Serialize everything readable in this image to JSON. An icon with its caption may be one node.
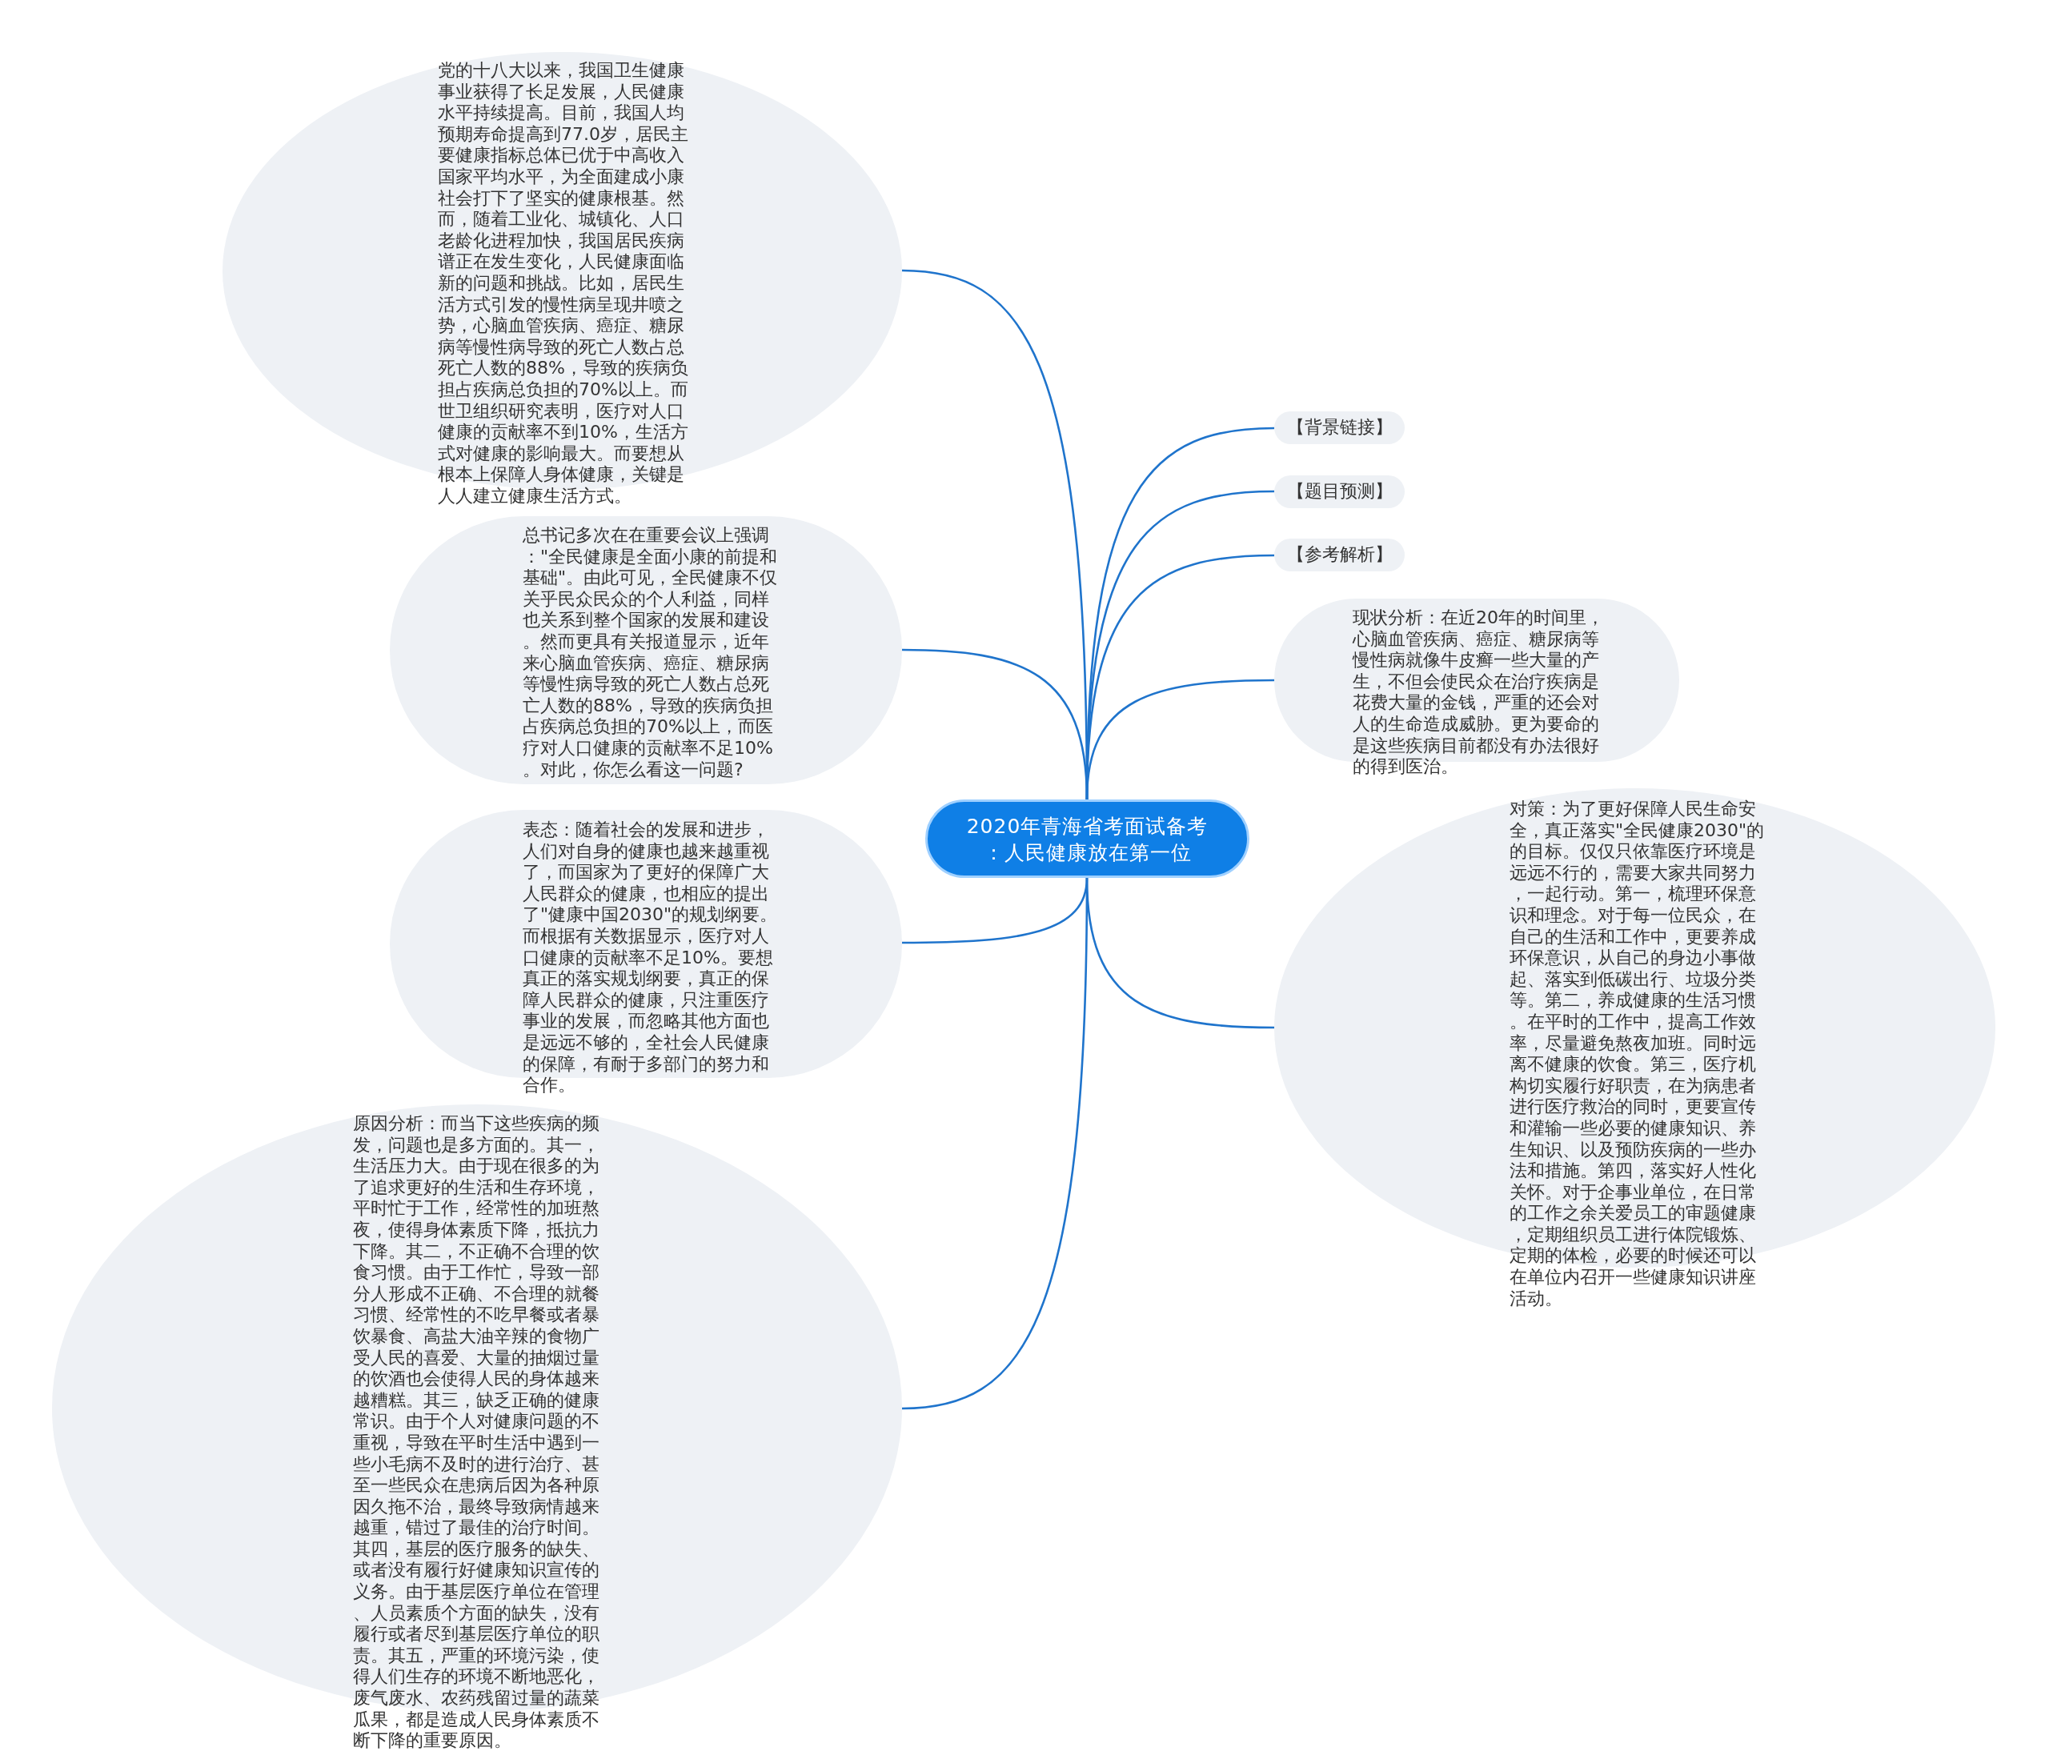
{
  "diagram": {
    "nodes": [
      {
        "text": [
          "2020年青海省考面试备考：人民健康放在第一位"
        ]
      },
      {
        "text": [
          "党的十八大以来，我国卫生健康事业获得了长足发展，人民健康水平持续提高。目前，我国人均预期寿命提高到77.0岁，居民主要健康指标总体已优于中高收入国家平均水平，为全面建成小康社会打下了坚实的健康根基。然而，随着工业化、城镇化、人口老龄化进程加快，我国居民疾病谱正在发生变化，人民健康面临新的问题和挑战。比如，居民生活方式引发的慢性病呈现井喷之势，心脑血管疾病、癌症、糖尿病等慢性病导致的死亡人数占总死亡人数的88%，导致的疾病负担占疾病总负担的70%以上。而世卫组织研究表明，医疗对人口健康的贡献率不到10%，生活方式对健康的影响最大。而要想从根本上保障人身体健康，关键是人人建立健康生活方式。"
        ]
      },
      {
        "text": [
          "总书记多次在在重要会议上强调：\"全民健康是全面小康的前提和基础\"。由此可见，全民健康不仅关乎民众民众的个人利益，同样也关系到整个国家的发展和建设。然而更具有关报道显示，近年来心脑血管疾病、癌症、糖尿病等慢性病导致的死亡人数占总死亡人数的88%，导致的疾病负担占疾病总负担的70%以上，而医疗对人口健康的贡献率不足10%。对此，你怎么看这一问题?"
        ]
      },
      {
        "text": [
          "表态：随着社会的发展和进步，人们对自身的健康也越来越重视了，而国家为了更好的保障广大人民群众的健康，也相应的提出了\"健康中国2030\"的规划纲要。而根据有关数据显示，医疗对人口健康的贡献率不足10%。要想真正的落实规划纲要，真正的保障人民群众的健康，只注重医疗事业的发展，而忽略其他方面也是远远不够的，全社会人民健康的保障，有耐于多部门的努力和合作。"
        ]
      },
      {
        "text": [
          "原因分析：而当下这些疾病的频发，问题也是多方面的。其一，生活压力大。由于现在很多的为了追求更好的生活和生存环境，平时忙于工作，经常性的加班熬夜，使得身体素质下降，抵抗力下降。其二，不正确不合理的饮食习惯。由于工作忙，导致一部分人形成不正确、不合理的就餐习惯、经常性的不吃早餐或者暴饮暴食、高盐大油辛辣的食物广受人民的喜爱、大量的抽烟过量的饮酒也会使得人民的身体越来越糟糕。其三，缺乏正确的健康常识。由于个人对健康问题的不重视，导致在平时生活中遇到一些小毛病不及时的进行治疗、甚至一些民众在患病后因为各种原因久拖不治，最终导致病情越来越重，错过了最佳的治疗时间。其四，基层的医疗服务的缺失、或者没有履行好健康知识宣传的义务。由于基层医疗单位在管理、人员素质个方面的缺失，没有履行或者尽到基层医疗单位的职责。其五，严重的环境污染，使得人们生存的环境不断地恶化，废气废水、农药残留过量的蔬菜瓜果，都是造成人民身体素质不断下降的重要原因。"
        ]
      },
      {
        "text": [
          "【背景链接】"
        ]
      },
      {
        "text": [
          "【题目预测】"
        ]
      },
      {
        "text": [
          "【参考解析】"
        ]
      },
      {
        "text": [
          "现状分析：在近20年的时间里，心脑血管疾病、癌症、糖尿病等慢性病就像牛皮癣一些大量的产生，不但会使民众在治疗疾病是花费大量的金钱，严重的还会对人的生命造成威胁。更为要命的是这些疾病目前都没有办法很好的得到医治。"
        ]
      },
      {
        "text": [
          "对策：为了更好保障人民生命安全，真正落实\"全民健康2030\"的的目标。仅仅只依靠医疗环境是远远不行的，需要大家共同努力，一起行动。第一，梳理环保意识和理念。对于每一位民众，在自己的生活和工作中，更要养成环保意识，从自己的身边小事做起、落实到低碳出行、垃圾分类等。第二，养成健康的生活习惯。在平时的工作中，提高工作效率，尽量避免熬夜加班。同时远离不健康的饮食。第三，医疗机构切实履行好职责，在为病患者进行医疗救治的同时，更要宣传和灌输一些必要的健康知识、养生知识、以及预防疾病的一些办法和措施。第四，落实好人性化关怀。对于企事业单位，在日常的工作之余关爱员工的审题健康，定期组织员工进行体院锻炼、定期的体检，必要的时候还可以在单位内召开一些健康知识讲座活动。"
        ]
      }
    ],
    "edges": [
      {
        "from": 0,
        "to": 1,
        "arrow": "none"
      },
      {
        "from": 0,
        "to": 2,
        "arrow": "none"
      },
      {
        "from": 0,
        "to": 3,
        "arrow": "none"
      },
      {
        "from": 0,
        "to": 4,
        "arrow": "none"
      },
      {
        "from": 0,
        "to": 5,
        "arrow": "none"
      },
      {
        "from": 0,
        "to": 6,
        "arrow": "none"
      },
      {
        "from": 0,
        "to": 7,
        "arrow": "none"
      },
      {
        "from": 0,
        "to": 8,
        "arrow": "none"
      },
      {
        "from": 0,
        "to": 9,
        "arrow": "none"
      }
    ]
  }
}
